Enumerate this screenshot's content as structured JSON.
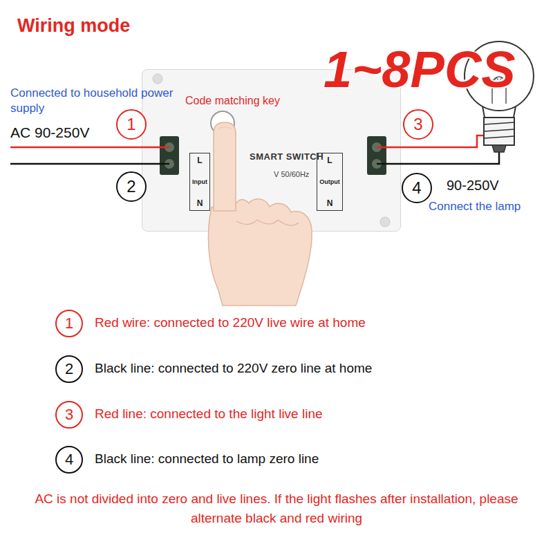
{
  "diagram": {
    "title": "Wiring mode",
    "caption": "AC is not divided into zero and live lines. If the light flashes after installation, please alternate black and red wiring",
    "nodes": [
      {
        "text": [
          "SMART SWITCH",
          "V 50/60Hz"
        ]
      },
      {
        "text": [
          "L",
          "Input",
          "N"
        ],
        "in": 0
      },
      {
        "text": [
          "L",
          "Output",
          "N"
        ],
        "in": 0
      },
      {
        "text": [
          "1"
        ]
      },
      {
        "text": [
          "2"
        ]
      },
      {
        "text": [
          "3"
        ]
      },
      {
        "text": [
          "4"
        ]
      },
      {
        "text": [
          "1"
        ]
      },
      {
        "text": [
          "2"
        ]
      },
      {
        "text": [
          "3"
        ]
      },
      {
        "text": [
          "4"
        ]
      }
    ],
    "labels": [
      "1~8PCS",
      "Connected to household power supply",
      "AC 90-250V",
      "Code matching key",
      "90-250V",
      "Connect the lamp",
      "Red wire: connected to 220V live wire at home",
      "Black line: connected to 220V zero line at home",
      "Red line: connected to the light live line",
      "Black line: connected to lamp zero line"
    ]
  }
}
